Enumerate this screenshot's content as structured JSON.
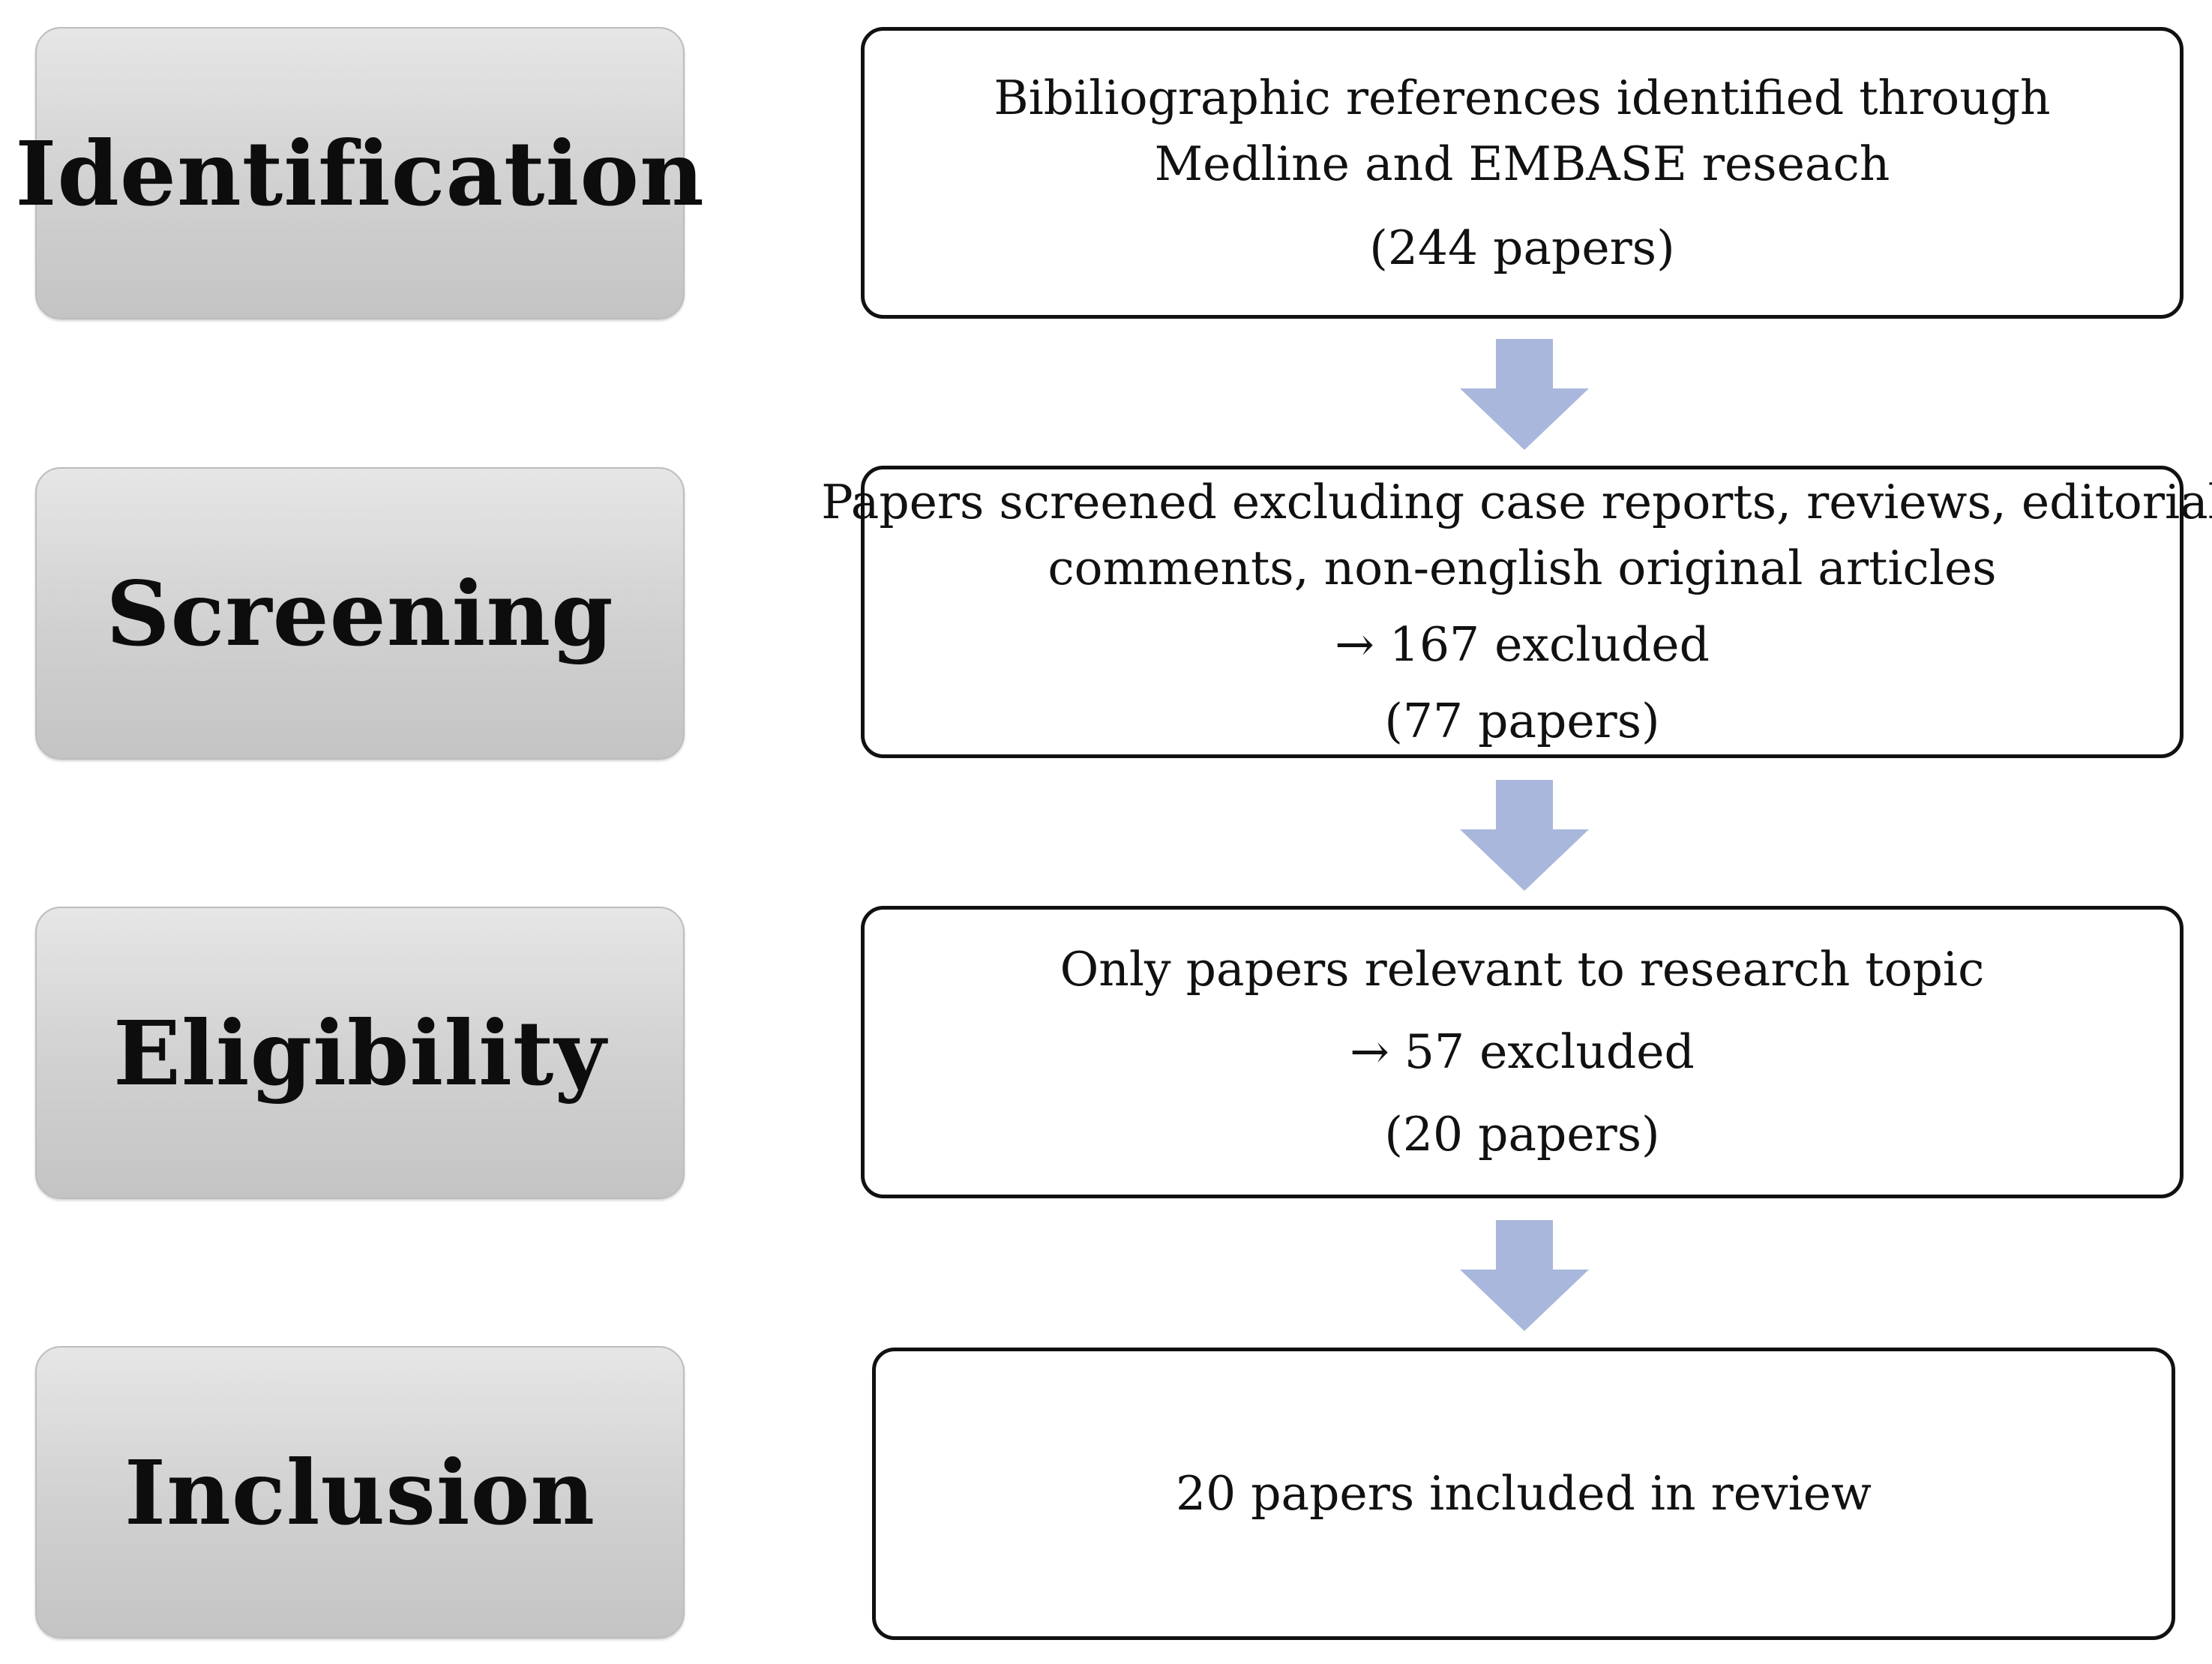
{
  "colors": {
    "arrow": "#a9b7dc",
    "stage_fill": "#d2d2d2",
    "box_border": "#111111"
  },
  "stages": [
    {
      "label": "Identification"
    },
    {
      "label": "Screening"
    },
    {
      "label": "Eligibility"
    },
    {
      "label": "Inclusion"
    }
  ],
  "boxes": {
    "identification": {
      "line1": "Bibiliographic references identified through",
      "line2": "Medline and EMBASE reseach",
      "count": "(244 papers)"
    },
    "screening": {
      "line1": "Papers screened excluding case reports, reviews, editorial",
      "line2": "comments, non-english original articles",
      "excluded": "→ 167 excluded",
      "count": "(77 papers)"
    },
    "eligibility": {
      "line1": "Only papers relevant to research topic",
      "excluded": "→ 57 excluded",
      "count": "(20 papers)"
    },
    "inclusion": {
      "line1": "20 papers included in review"
    }
  },
  "arrows": [
    {
      "icon": "down-arrow-icon"
    },
    {
      "icon": "down-arrow-icon"
    },
    {
      "icon": "down-arrow-icon"
    }
  ]
}
